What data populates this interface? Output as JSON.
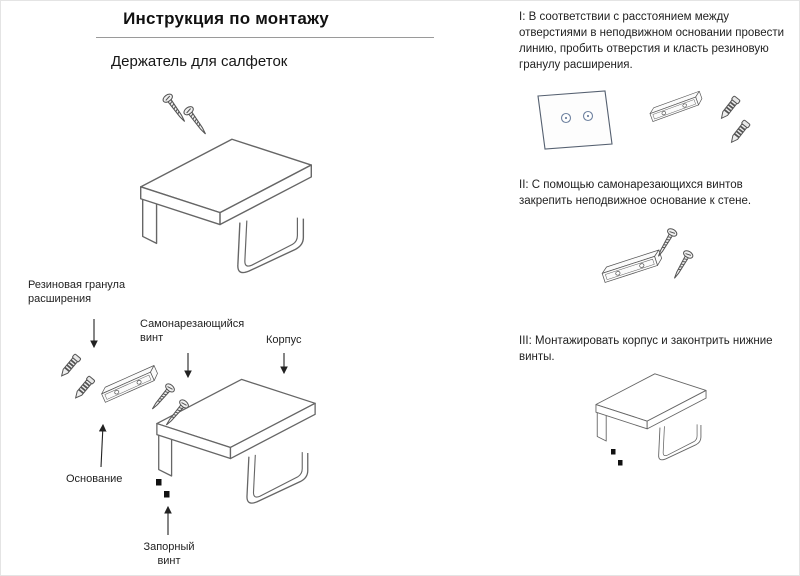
{
  "page": {
    "title": "Инструкция по монтажу",
    "subtitle": "Держатель для салфеток"
  },
  "diagram_labels": {
    "rubber_granule": "Резиновая гранула\nрасширения",
    "self_tapping_screw": "Самонарезающийся\nвинт",
    "body": "Корпус",
    "base": "Основание",
    "locking_screw": "Запорный\nвинт"
  },
  "steps": [
    {
      "id": "I",
      "text": "I: В соответствии с расстоянием между отверстиями в неподвижном основании провести линию, пробить отверстия и класть резиновую гранулу расширения."
    },
    {
      "id": "II",
      "text": "II: С помощью самонарезающихся винтов закрепить неподвижное основание к стене."
    },
    {
      "id": "III",
      "text": "III: Монтажировать корпус и законтрить нижние винты."
    }
  ],
  "colors": {
    "line": "#555555",
    "arrow": "#222222",
    "hole_accent": "#6f82a0"
  }
}
